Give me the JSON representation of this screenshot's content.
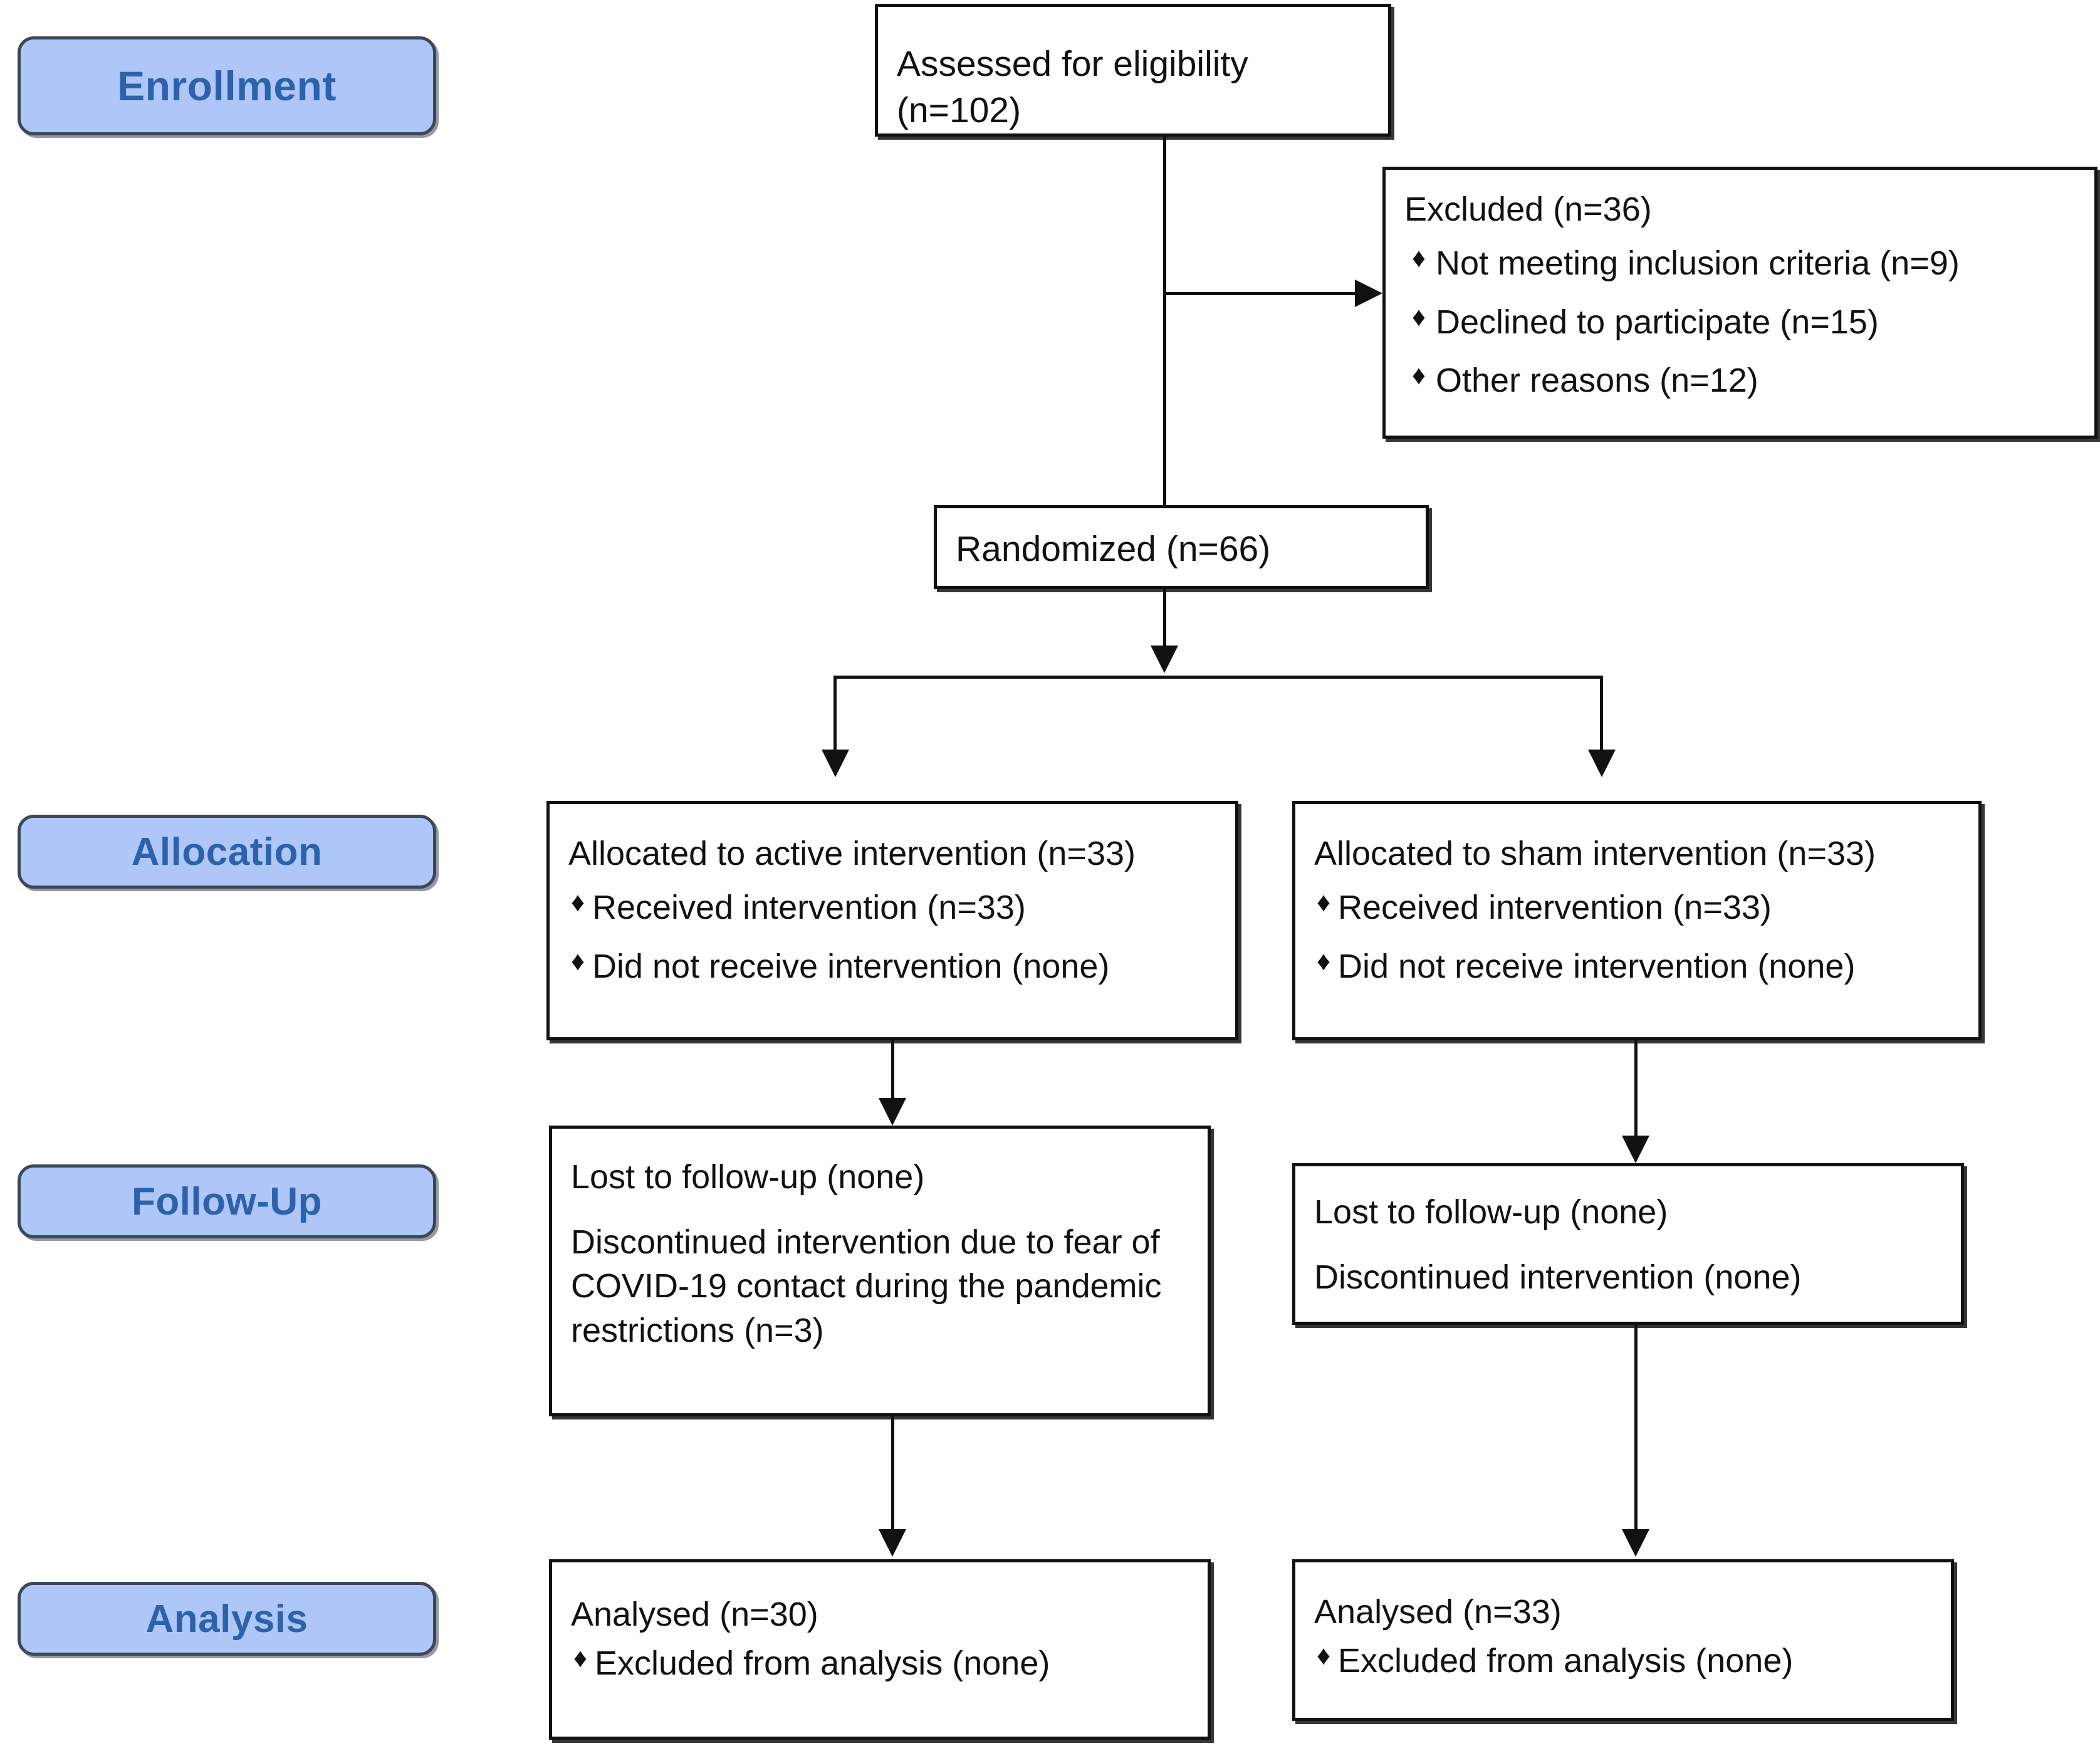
{
  "diagram": {
    "title": "CONSORT participant flow diagram",
    "accent_blue_fill": "#aec6f8",
    "accent_blue_text": "#2d62ab",
    "accent_blue_border": "#3c4758",
    "box_border": "#111111",
    "background": "#ffffff",
    "bullet_glyph": "♦"
  },
  "stages": [
    {
      "id": "enrollment",
      "label": "Enrollment"
    },
    {
      "id": "allocation",
      "label": "Allocation"
    },
    {
      "id": "followup",
      "label": "Follow-Up"
    },
    {
      "id": "analysis",
      "label": "Analysis"
    }
  ],
  "enrollment": {
    "assessed": {
      "text": "Assessed for eligibility (n=102)",
      "n": 102
    },
    "excluded": {
      "heading": "Excluded (n=36)",
      "n": 36,
      "reasons": [
        {
          "text": "Not meeting inclusion criteria (n=9)",
          "n": 9
        },
        {
          "text": "Declined to participate (n=15)",
          "n": 15
        },
        {
          "text": "Other reasons (n=12)",
          "n": 12
        }
      ]
    },
    "randomized": {
      "text": "Randomized (n=66)",
      "n": 66
    }
  },
  "arms": {
    "left": {
      "allocation": {
        "heading": "Allocated to active intervention (n=33)",
        "n": 33,
        "items": [
          {
            "text": "Received intervention (n=33)",
            "n": 33
          },
          {
            "text": "Did not receive intervention (none)",
            "n": 0
          }
        ]
      },
      "followup": {
        "line1": "Lost to follow-up (none)",
        "line2": "Discontinued intervention due to fear of COVID-19 contact during the pandemic restrictions (n=3)",
        "discontinued_n": 3
      },
      "analysis": {
        "heading": "Analysed (n=30)",
        "n": 30,
        "items": [
          {
            "text": "Excluded from analysis (none)",
            "n": 0
          }
        ]
      }
    },
    "right": {
      "allocation": {
        "heading": "Allocated to sham intervention (n=33)",
        "n": 33,
        "items": [
          {
            "text": "Received intervention (n=33)",
            "n": 33
          },
          {
            "text": "Did not receive intervention (none)",
            "n": 0
          }
        ]
      },
      "followup": {
        "line1": "Lost to follow-up (none)",
        "line2": "Discontinued intervention (none)"
      },
      "analysis": {
        "heading": "Analysed (n=33)",
        "n": 33,
        "items": [
          {
            "text": "Excluded from analysis (none)",
            "n": 0
          }
        ]
      }
    }
  },
  "chart_data": {
    "type": "flowchart",
    "title": "CONSORT participant flow diagram",
    "nodes": [
      {
        "id": "assessed",
        "stage": "Enrollment",
        "label": "Assessed for eligibility (n=102)",
        "n": 102
      },
      {
        "id": "excluded",
        "stage": "Enrollment",
        "label": "Excluded (n=36)",
        "n": 36
      },
      {
        "id": "randomized",
        "stage": "Enrollment",
        "label": "Randomized (n=66)",
        "n": 66
      },
      {
        "id": "alloc-left",
        "stage": "Allocation",
        "label": "Allocated to active intervention (n=33)",
        "n": 33
      },
      {
        "id": "alloc-right",
        "stage": "Allocation",
        "label": "Allocated to sham intervention (n=33)",
        "n": 33
      },
      {
        "id": "fu-left",
        "stage": "Follow-Up",
        "label": "Discontinued intervention (n=3)",
        "n": 3
      },
      {
        "id": "fu-right",
        "stage": "Follow-Up",
        "label": "Discontinued intervention (none)",
        "n": 0
      },
      {
        "id": "an-left",
        "stage": "Analysis",
        "label": "Analysed (n=30)",
        "n": 30
      },
      {
        "id": "an-right",
        "stage": "Analysis",
        "label": "Analysed (n=33)",
        "n": 33
      }
    ],
    "edges": [
      {
        "from": "assessed",
        "to": "excluded"
      },
      {
        "from": "assessed",
        "to": "randomized"
      },
      {
        "from": "randomized",
        "to": "alloc-left"
      },
      {
        "from": "randomized",
        "to": "alloc-right"
      },
      {
        "from": "alloc-left",
        "to": "fu-left"
      },
      {
        "from": "alloc-right",
        "to": "fu-right"
      },
      {
        "from": "fu-left",
        "to": "an-left"
      },
      {
        "from": "fu-right",
        "to": "an-right"
      }
    ]
  }
}
